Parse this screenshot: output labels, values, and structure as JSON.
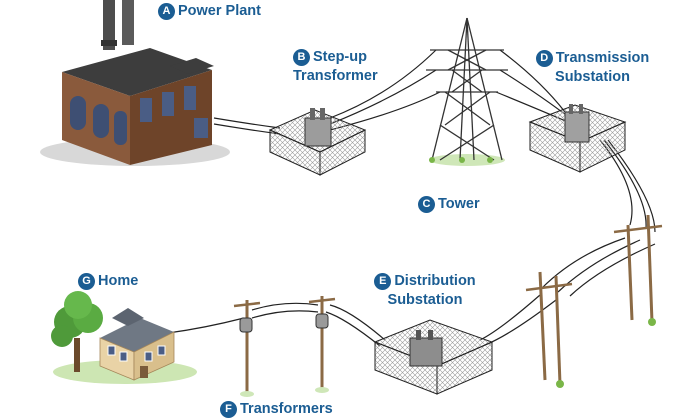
{
  "labels": {
    "a": {
      "letter": "A",
      "line1": "Power Plant"
    },
    "b": {
      "letter": "B",
      "line1": "Step-up",
      "line2": "Transformer"
    },
    "c": {
      "letter": "C",
      "line1": "Tower"
    },
    "d": {
      "letter": "D",
      "line1": "Transmission",
      "line2": "Substation"
    },
    "e": {
      "letter": "E",
      "line1": "Distribution",
      "line2": "Substation"
    },
    "f": {
      "letter": "F",
      "line1": "Transformers"
    },
    "g": {
      "letter": "G",
      "line1": "Home"
    }
  },
  "colors": {
    "label_blue": "#1b5d93",
    "brick": "#8a5a3c",
    "fence": "#2a2a2a",
    "grass": "#7ab648",
    "pole": "#8b6a45"
  }
}
